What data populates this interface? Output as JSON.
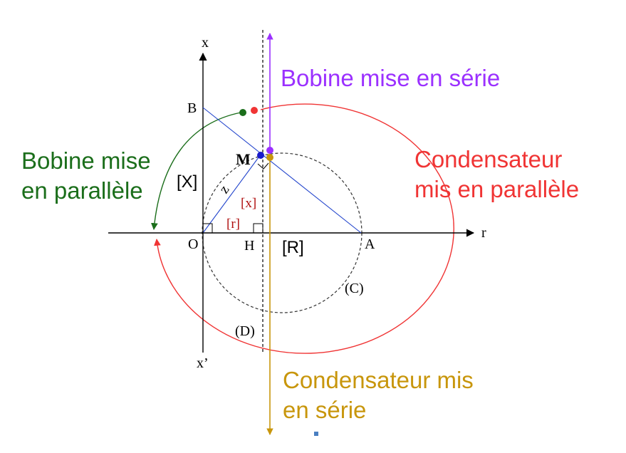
{
  "labels": {
    "x_axis": "x",
    "x_prime": "x’",
    "r_axis": "r",
    "B": "B",
    "M": "M",
    "O": "O",
    "H": "H",
    "A": "A",
    "X_bracket": "[X]",
    "R_bracket": "[R]",
    "z": "z",
    "x_bracket": "[x]",
    "r_bracket": "[r]",
    "C": "(C)",
    "D": "(D)"
  },
  "annotations": {
    "bobine_serie": "Bobine mise en série",
    "bobine_parallele_1": "Bobine mise",
    "bobine_parallele_2": "en parallèle",
    "condensateur_parallele_1": "Condensateur",
    "condensateur_parallele_2": "mis en parallèle",
    "condensateur_serie_1": "Condensateur mis",
    "condensateur_serie_2": "en série"
  },
  "colors": {
    "purple": "#9b30ff",
    "green": "#1b6e1b",
    "red": "#f03434",
    "gold": "#c8960c",
    "blue": "#2244cc",
    "darkred": "#b01010",
    "axis": "#000000",
    "marker": "#4a7fc1"
  }
}
